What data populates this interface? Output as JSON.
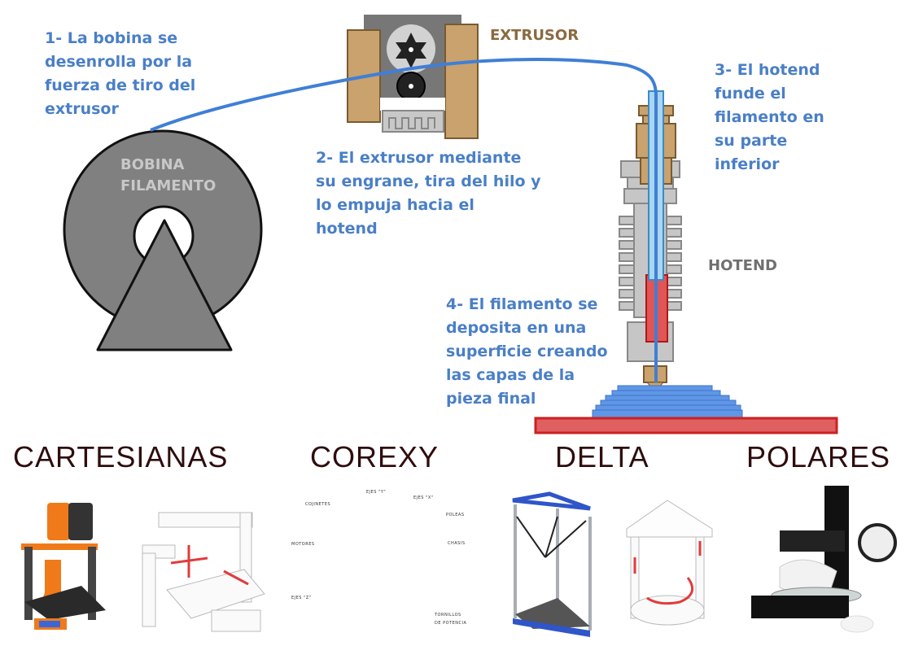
{
  "diagram": {
    "title": "Proceso de impresion 3D FDM",
    "steps": [
      {
        "label": "1- La bobina se\ndesenrolla por la\nfuerza de tiro del\nextrusor"
      },
      {
        "label": "2- El extrusor mediante\nsu engrane, tira del hilo y\nlo empuja hacia el\nhotend"
      },
      {
        "label": "3- El hotend\nfunde el\nfilamento en\nsu parte\ninferior"
      },
      {
        "label": "4- El filamento se\ndeposita en una\nsuperficie creando\nlas capas de la\npieza final"
      }
    ],
    "components": {
      "spool": "BOBINA\nFILAMENTO",
      "extruder": "EXTRUSOR",
      "hotend": "HOTEND"
    },
    "colors": {
      "filament": "#3f7fd6",
      "text_blue": "#4a7fc7",
      "extruder_brown": "#8a6a3f",
      "heater_red": "#e04a4a",
      "category_text": "#2e0d0d"
    }
  },
  "printer_types": [
    {
      "name": "CARTESIANAS",
      "images": [
        "Impresora cartesiana naranja",
        "Esquema cartesiano con flechas XYZ"
      ]
    },
    {
      "name": "COREXY",
      "images": [
        "Esquema CoreXY"
      ],
      "callouts": [
        "EJES \"Y\"",
        "EJES \"X\"",
        "COJINETES",
        "POLEAS",
        "MOTORES",
        "CHASIS",
        "EJES \"Z\"",
        "TORNILLOS",
        "DE POTENCIA"
      ]
    },
    {
      "name": "DELTA",
      "images": [
        "Impresora delta",
        "Esquema delta con flechas"
      ]
    },
    {
      "name": "POLARES",
      "images": [
        "Impresora polar negra"
      ]
    }
  ]
}
